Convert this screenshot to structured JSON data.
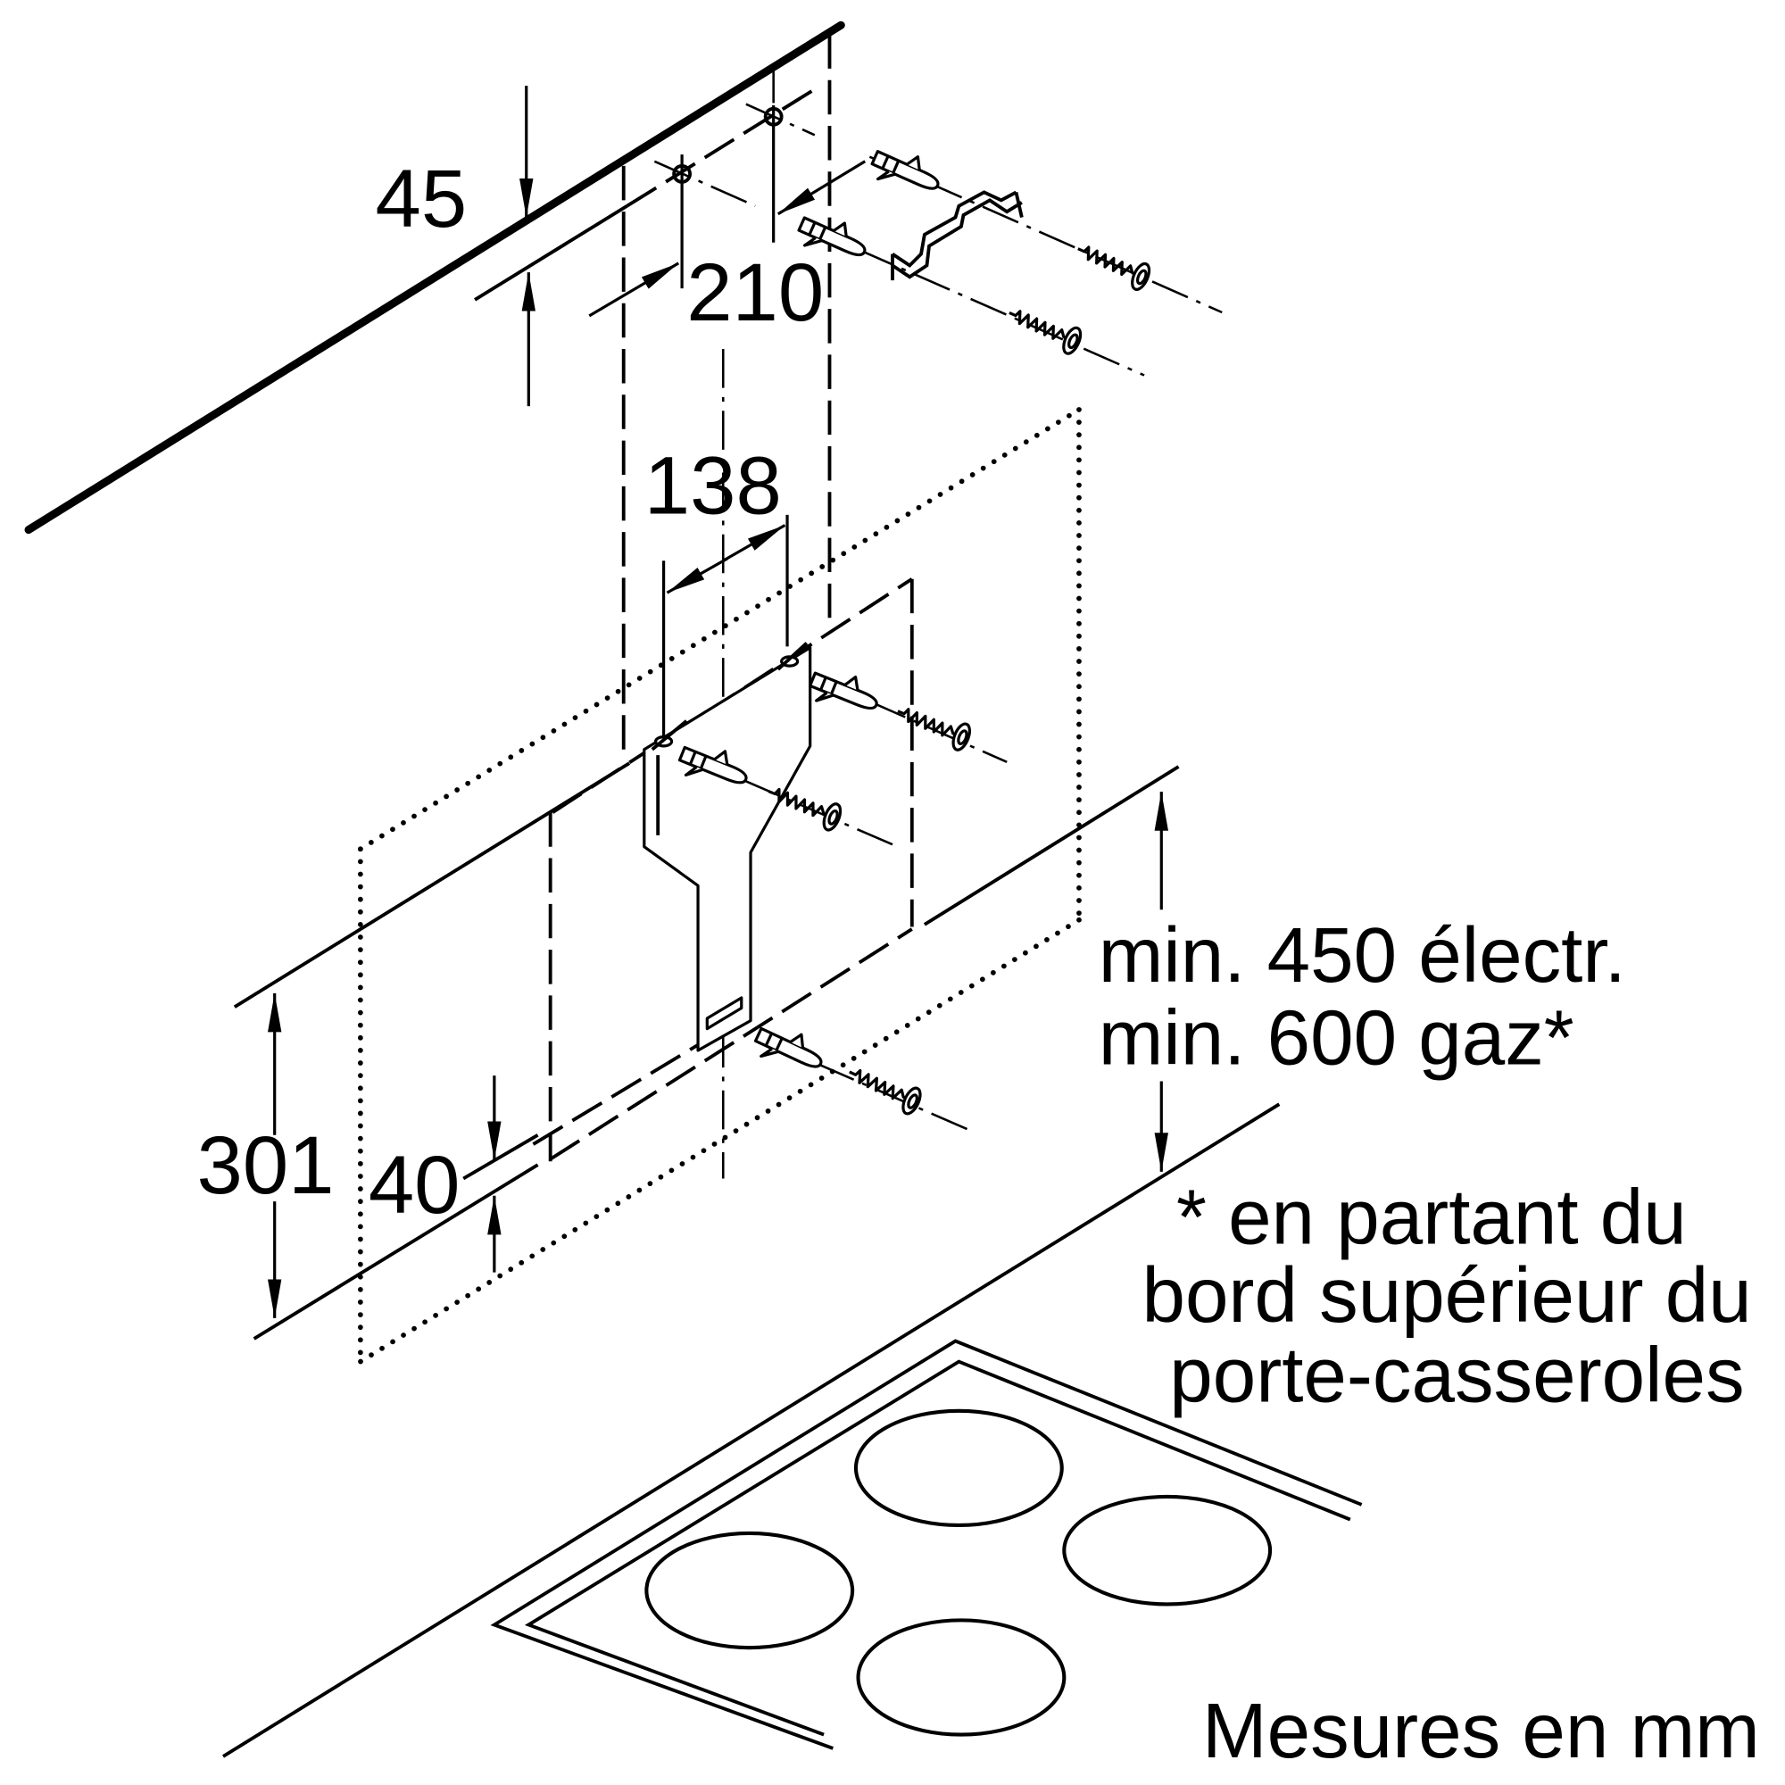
{
  "dimensions": {
    "wall_offset": "45",
    "hole_spacing": "210",
    "bracket_width": "138",
    "hood_height": "301",
    "lower_offset": "40"
  },
  "clearance": {
    "line1": "min. 450 électr.",
    "line2": "min. 600 gaz*"
  },
  "footnote": {
    "line1": "* en partant du",
    "line2": "bord supérieur du",
    "line3": "porte-casseroles"
  },
  "units_note": "Mesures en mm"
}
